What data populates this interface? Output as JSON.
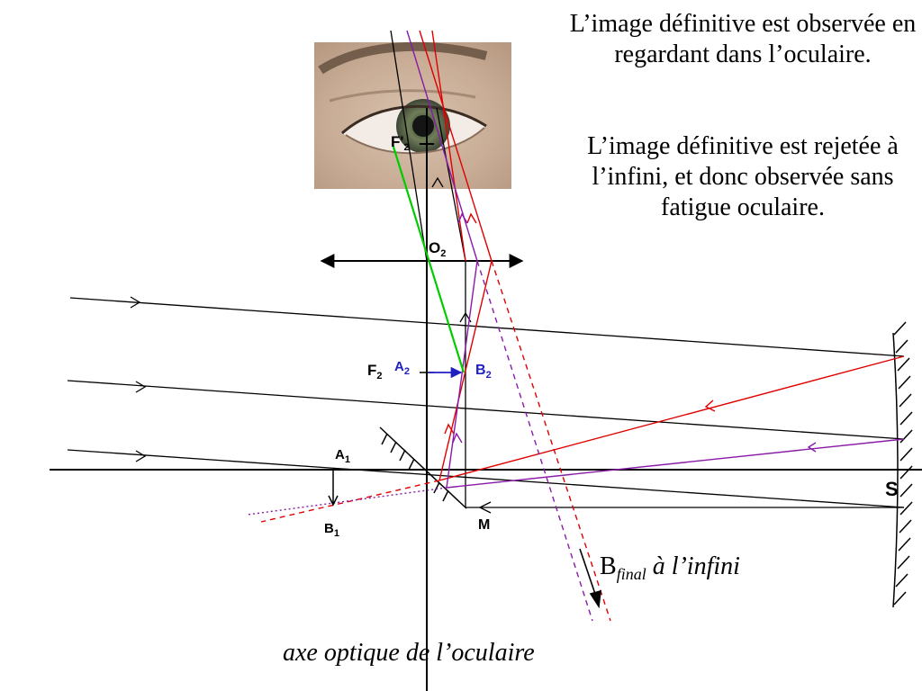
{
  "captions": {
    "final_image_eyepiece": "L’image définitive est observée en regardant dans l’oculaire.",
    "final_image_infinity": "L’image définitive est rejetée à l’infini, et donc observée sans fatigue oculaire."
  },
  "labels": {
    "f2_prime_main": "F'",
    "f2_prime_sub": "2",
    "o2_main": "O",
    "o2_sub": "2",
    "f2_main": "F",
    "f2_sub": "2",
    "a2_main": "A",
    "a2_sub": "2",
    "b2_main": "B",
    "b2_sub": "2",
    "a1_main": "A",
    "a1_sub": "1",
    "b1_main": "B",
    "b1_sub": "1",
    "m": "M",
    "s": "S",
    "bfinal_main": "B",
    "bfinal_sub": "final",
    "bfinal_suffix": "à l’infini",
    "eyepiece_axis": "axe optique de l’oculaire"
  },
  "colors": {
    "red_ray": "#e00000",
    "purple_ray": "#8a1aa8",
    "green_ray": "#00cc00",
    "blue_image": "#2020c0",
    "black": "#000000"
  },
  "icons": {
    "eye": "eye-photo-icon",
    "lens": "converging-lens-icon",
    "mirror": "concave-mirror-icon",
    "flat_mirror": "flat-mirror-icon"
  }
}
